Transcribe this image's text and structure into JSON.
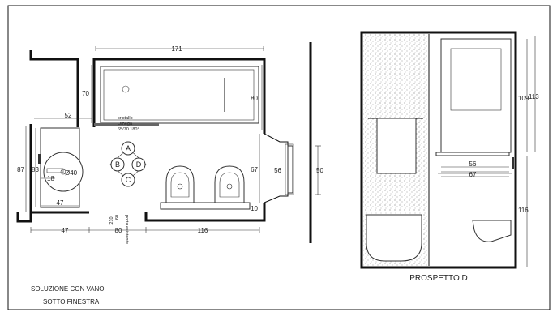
{
  "plan": {
    "caption_line1": "SOLUZIONE CON VANO",
    "caption_line2": "SOTTO FINESTRA",
    "shower_note_1": "cristallo",
    "shower_note_2": "Omega",
    "shower_note_3": "65/70 180°",
    "door_note": "porta esistente",
    "positions": [
      "A",
      "B",
      "C",
      "D"
    ],
    "dims": {
      "tub_length": "171",
      "tub_depth": "70",
      "tub_side": "80",
      "left_top": "52",
      "left_87": "87",
      "left_83": "83",
      "basin_18": "18",
      "basin_dia": "Ø40",
      "basin_47": "47",
      "bottom_47": "47",
      "bottom_80": "80",
      "bottom_116": "116",
      "door_210": "210",
      "door_60": "60",
      "right_67": "67",
      "right_10": "10",
      "niche_56": "56",
      "niche_50": "50"
    }
  },
  "elevation": {
    "title": "PROSPETTO D",
    "dims": {
      "h_109": "109",
      "h_113": "113",
      "w_56": "56",
      "w_67": "67",
      "h_116": "116"
    }
  }
}
